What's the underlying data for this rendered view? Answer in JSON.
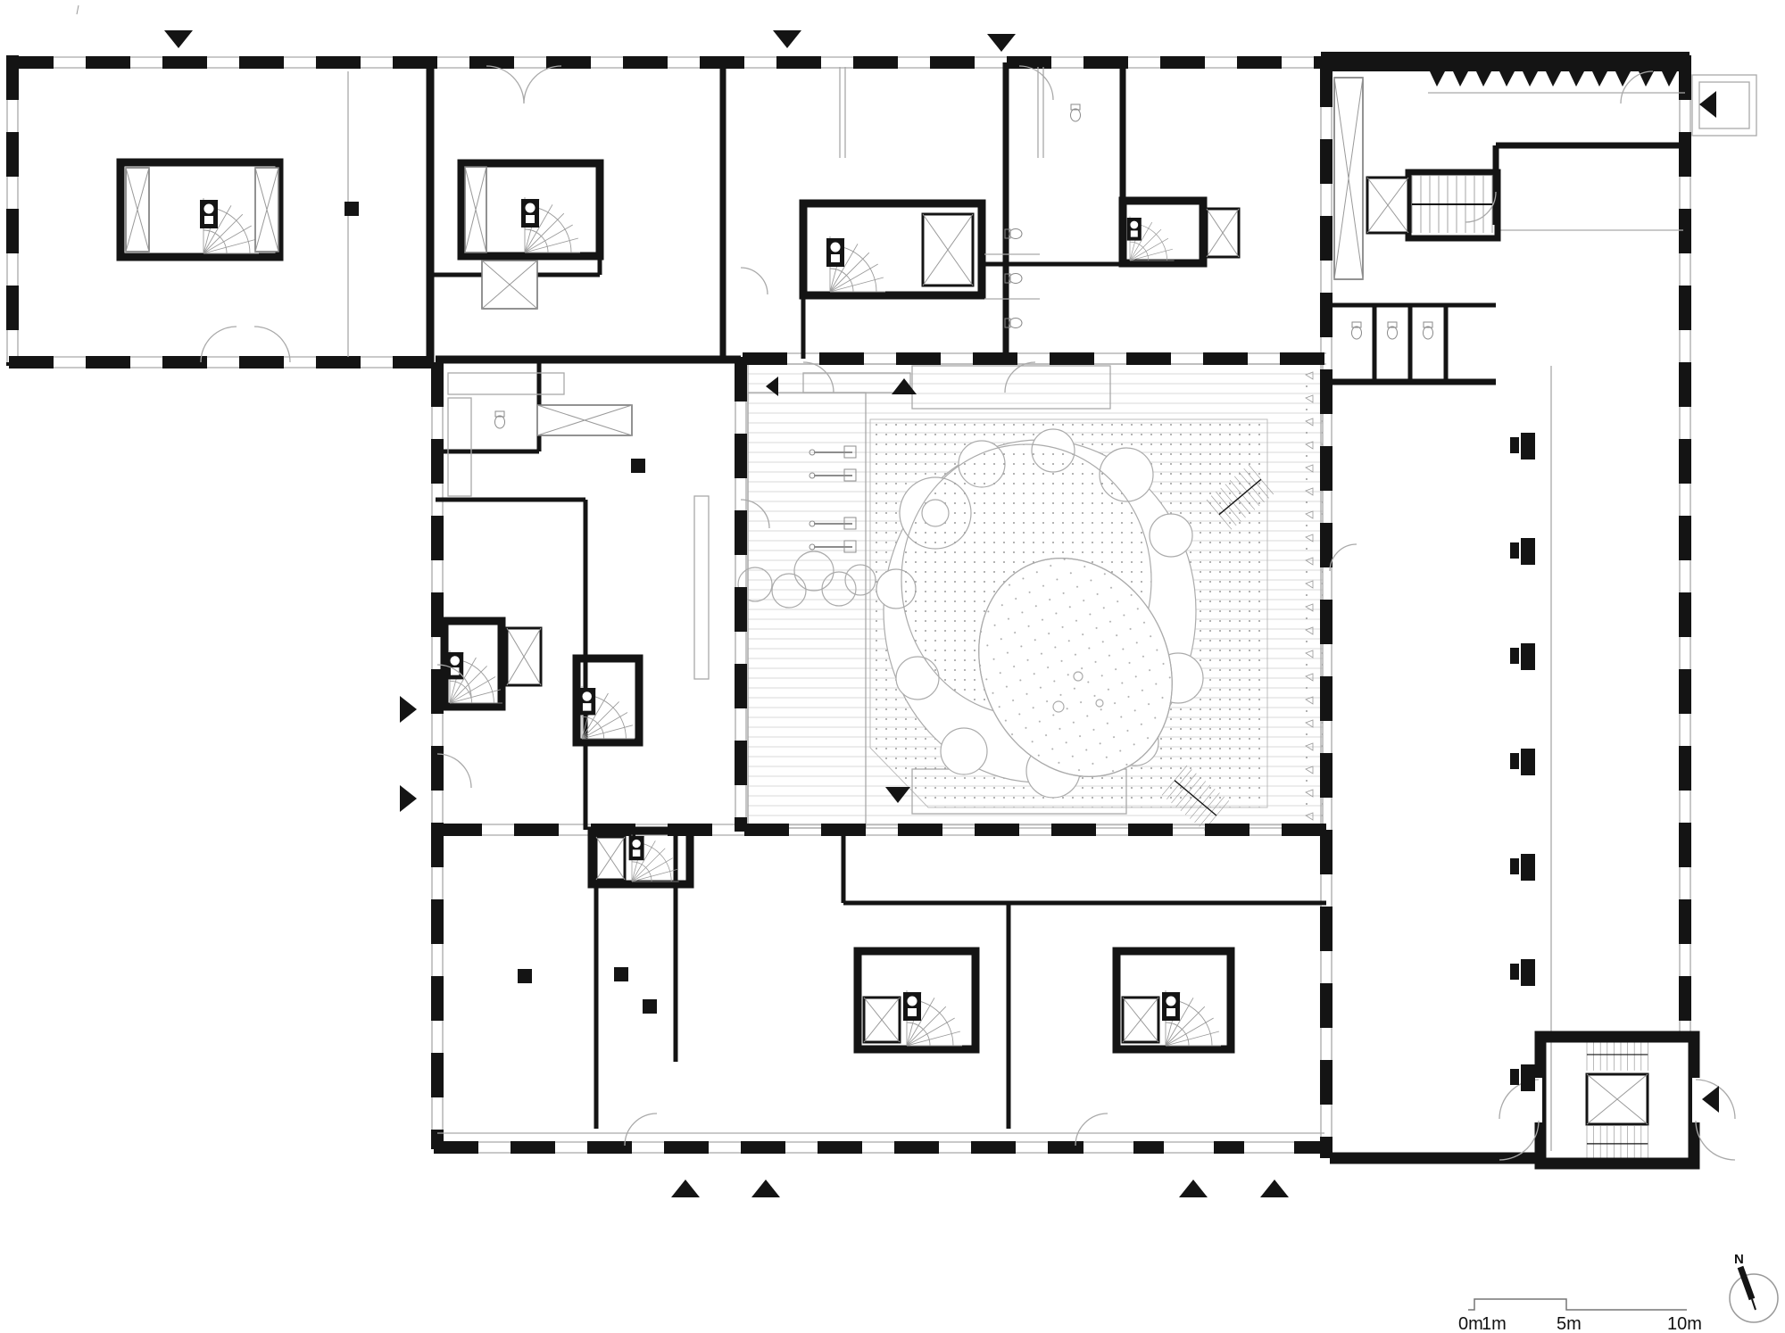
{
  "plan": {
    "type": "architectural-floor-plan",
    "scale_bar": {
      "zero": "0m",
      "one": "1m",
      "five": "5m",
      "ten": "10m"
    },
    "compass": {
      "north": "N"
    },
    "palette": {
      "ink": "#141414",
      "mid_gray": "#777777",
      "line_gray": "#9a9a9a",
      "pale_gray": "#cccccc",
      "paper": "#ffffff"
    }
  }
}
